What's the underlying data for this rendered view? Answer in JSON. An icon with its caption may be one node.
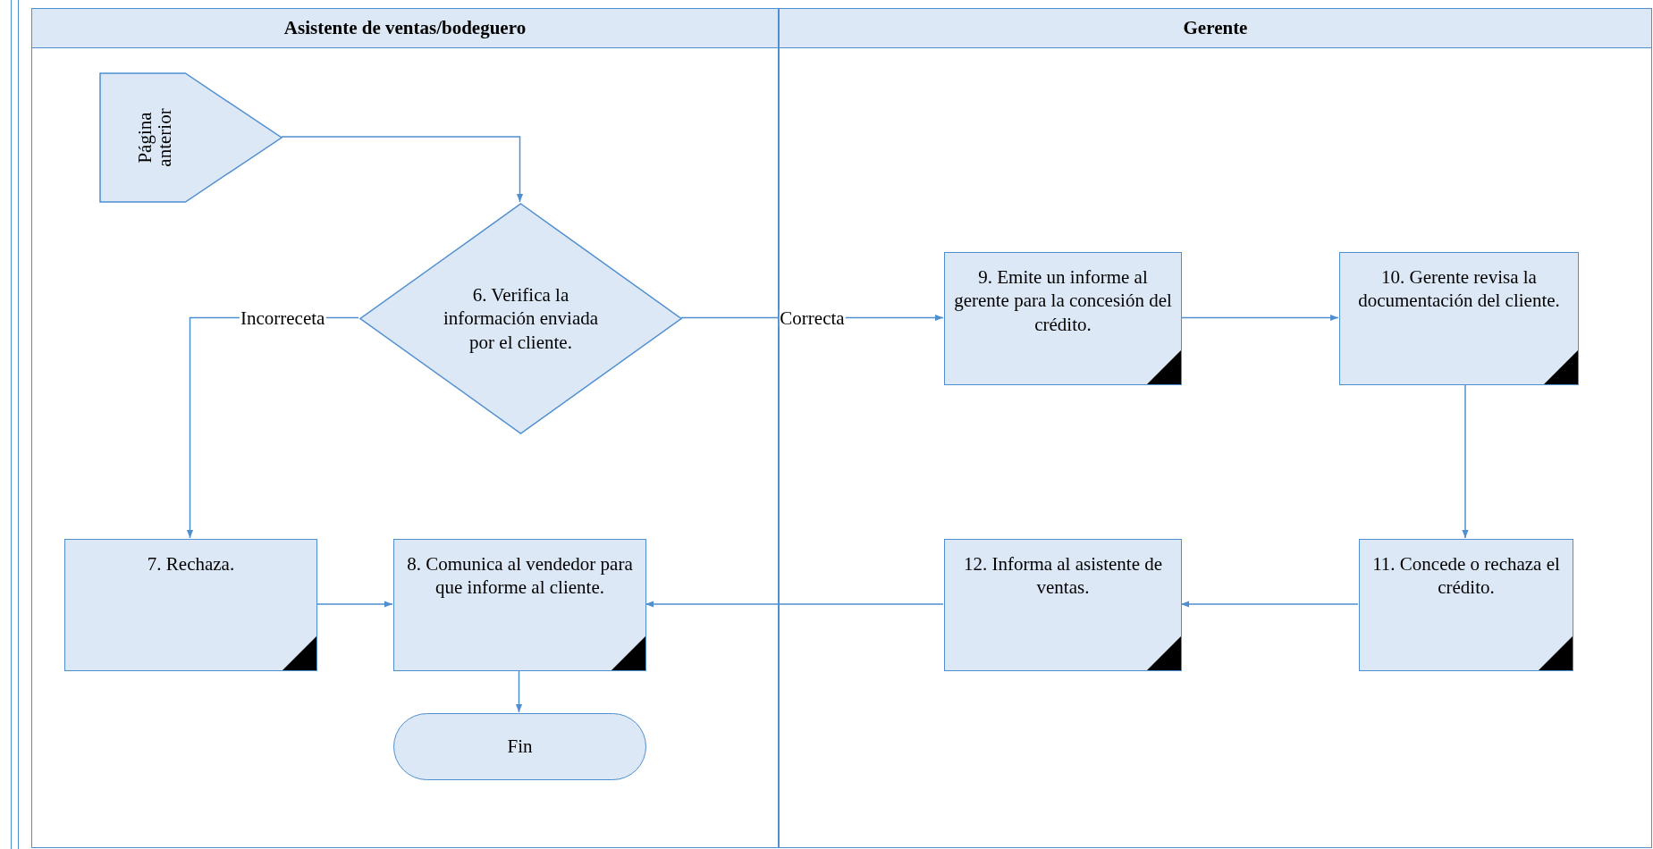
{
  "diagram": {
    "nodes": [
      {
        "text": [
          "Asistente de ventas/bodeguero"
        ]
      },
      {
        "text": [
          "Gerente"
        ]
      },
      {
        "text": [
          "Página anterior"
        ],
        "in": 0
      },
      {
        "text": [
          "6. Verifica la información enviada por el cliente."
        ],
        "in": 0
      },
      {
        "text": [
          "9. Emite un informe al gerente para la concesión del crédito."
        ],
        "in": 1
      },
      {
        "text": [
          "10. Gerente revisa la documentación del cliente."
        ],
        "in": 1
      },
      {
        "text": [
          "7. Rechaza."
        ],
        "in": 0
      },
      {
        "text": [
          "8. Comunica al vendedor para que informe al cliente."
        ],
        "in": 0
      },
      {
        "text": [
          "12. Informa al asistente de ventas."
        ],
        "in": 1
      },
      {
        "text": [
          "11. Concede o rechaza el crédito."
        ],
        "in": 1
      },
      {
        "text": [
          "Fin"
        ],
        "in": 0
      }
    ],
    "edges": [
      {
        "from": 2,
        "to": 3,
        "arrow": "to"
      },
      {
        "from": 3,
        "to": 4,
        "arrow": "to",
        "label": "Correcta"
      },
      {
        "from": 3,
        "to": 6,
        "arrow": "to",
        "label": "Incorreceta"
      },
      {
        "from": 4,
        "to": 5,
        "arrow": "to"
      },
      {
        "from": 5,
        "to": 9,
        "arrow": "to"
      },
      {
        "from": 9,
        "to": 8,
        "arrow": "to"
      },
      {
        "from": 8,
        "to": 7,
        "arrow": "to"
      },
      {
        "from": 6,
        "to": 7,
        "arrow": "to"
      },
      {
        "from": 7,
        "to": 10,
        "arrow": "to"
      }
    ]
  }
}
